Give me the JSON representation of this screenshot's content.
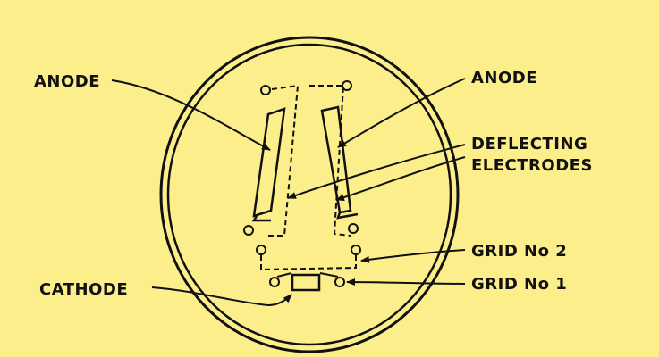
{
  "labels": {
    "anode_left": "ANODE",
    "anode_right": "ANODE",
    "deflecting_line1": "DEFLECTING",
    "deflecting_line2": "ELECTRODES",
    "grid2": "GRID No 2",
    "grid1": "GRID No 1",
    "cathode": "CATHODE"
  },
  "colors": {
    "background": "#fbee8b",
    "ink": "#111111"
  }
}
